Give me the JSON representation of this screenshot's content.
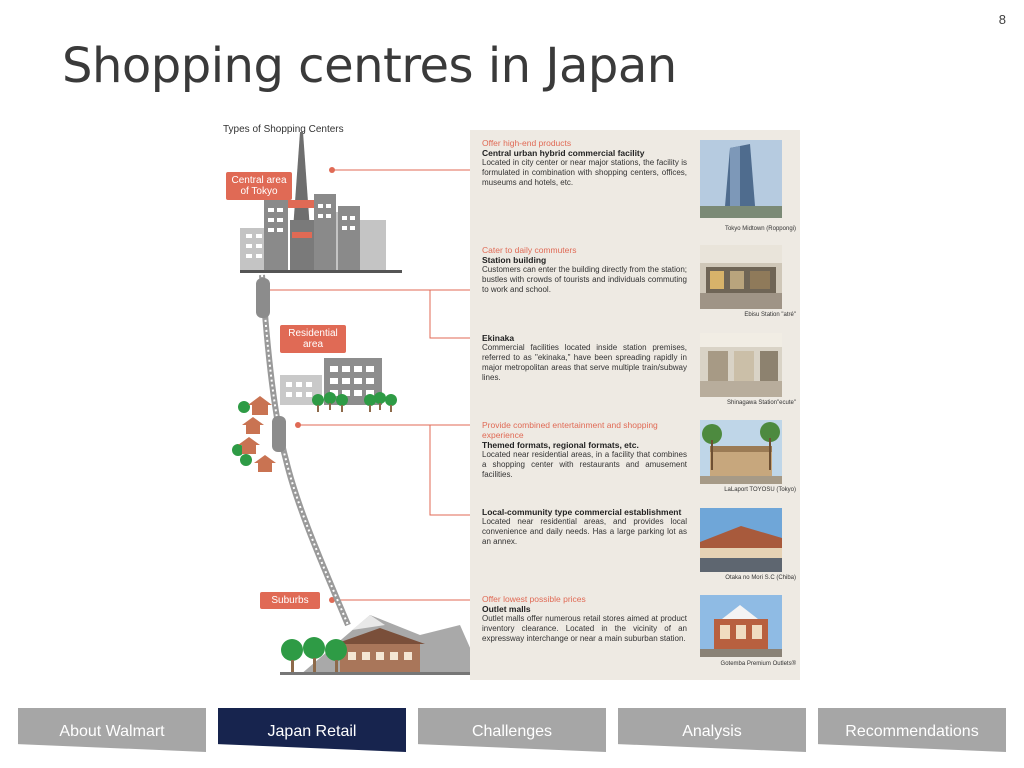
{
  "page_number": "8",
  "title": "Shopping centres in Japan",
  "figure": {
    "caption": "Types of Shopping Centers",
    "regions": [
      "Central area of Tokyo",
      "Residential area",
      "Suburbs"
    ],
    "entries": [
      {
        "tagline": "Offer high-end products",
        "title": "Central urban hybrid commercial facility",
        "description": "Located in city center or near major stations, the facility is formulated in combination with shopping centers, offices, museums and hotels, etc.",
        "photo_caption": "Tokyo Midtown (Roppongi)"
      },
      {
        "tagline": "Cater to daily commuters",
        "title": "Station building",
        "description": "Customers can enter the building directly from the station; bustles with crowds of tourists and individuals commuting to work and school.",
        "photo_caption": "Ebisu Station \"atré\""
      },
      {
        "tagline": "",
        "title": "Ekinaka",
        "description": "Commercial facilities located inside station premises, referred to as \"ekinaka,\" have been spreading rapidly in major metropolitan areas that serve multiple train/subway lines.",
        "photo_caption": "Shinagawa Station\"ecute\""
      },
      {
        "tagline": "Provide combined entertainment and shopping experience",
        "title": "Themed formats, regional formats, etc.",
        "description": "Located near residential areas, in a facility that combines a shopping center with restaurants and amusement facilities.",
        "photo_caption": "LaLaport TOYOSU (Tokyo)"
      },
      {
        "tagline": "",
        "title": "Local-community type commercial establishment",
        "description": "Located near residential areas, and provides local convenience and daily needs. Has a large parking lot as an annex.",
        "photo_caption": "Otaka no Mori S.C (Chiba)"
      },
      {
        "tagline": "Offer lowest possible prices",
        "title": "Outlet malls",
        "description": "Outlet malls offer numerous retail stores aimed at product inventory clearance. Located in the vicinity of an expressway interchange or near a main suburban station.",
        "photo_caption": "Gotemba Premium Outlets®"
      }
    ]
  },
  "nav": {
    "tabs": [
      "About Walmart",
      "Japan Retail",
      "Challenges",
      "Analysis",
      "Recommendations"
    ],
    "active_index": 1
  },
  "colors": {
    "accent": "#e06a55",
    "nav_active": "#17244e",
    "nav_inactive": "#a6a6a6",
    "panel": "#eeeae3"
  }
}
